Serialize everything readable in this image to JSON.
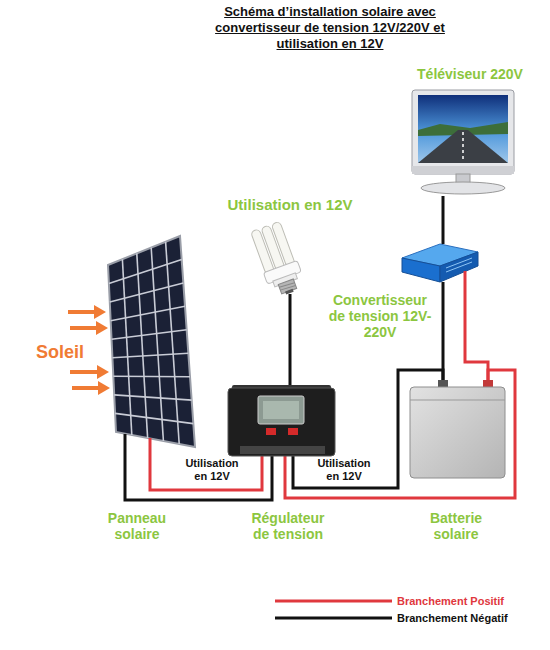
{
  "diagram": {
    "title": "Schéma d’installation solaire avec convertisseur de tension 12V/220V et utilisation en 12V",
    "nodes": [
      {
        "text": [
          "Téléviseur 220V"
        ]
      },
      {
        "text": [
          "Utilisation en 12V"
        ]
      },
      {
        "text": [
          "Convertisseur de tension 12V-220V"
        ]
      },
      {
        "text": [
          "Panneau solaire"
        ]
      },
      {
        "text": [
          "Régulateur de tension"
        ]
      },
      {
        "text": [
          "Batterie solaire"
        ]
      }
    ],
    "edges": [
      {
        "from": 3,
        "to": 4,
        "arrow": "none",
        "label": "Utilisation en 12V"
      },
      {
        "from": 4,
        "to": 5,
        "arrow": "none",
        "label": "Utilisation en 12V"
      },
      {
        "from": 4,
        "to": 1,
        "arrow": "none"
      },
      {
        "from": 5,
        "to": 2,
        "arrow": "none"
      },
      {
        "from": 2,
        "to": 0,
        "arrow": "none"
      }
    ],
    "labels": [
      "Soleil"
    ],
    "legend": [
      {
        "text": "Branchement Positif"
      },
      {
        "text": "Branchement Négatif"
      }
    ]
  }
}
